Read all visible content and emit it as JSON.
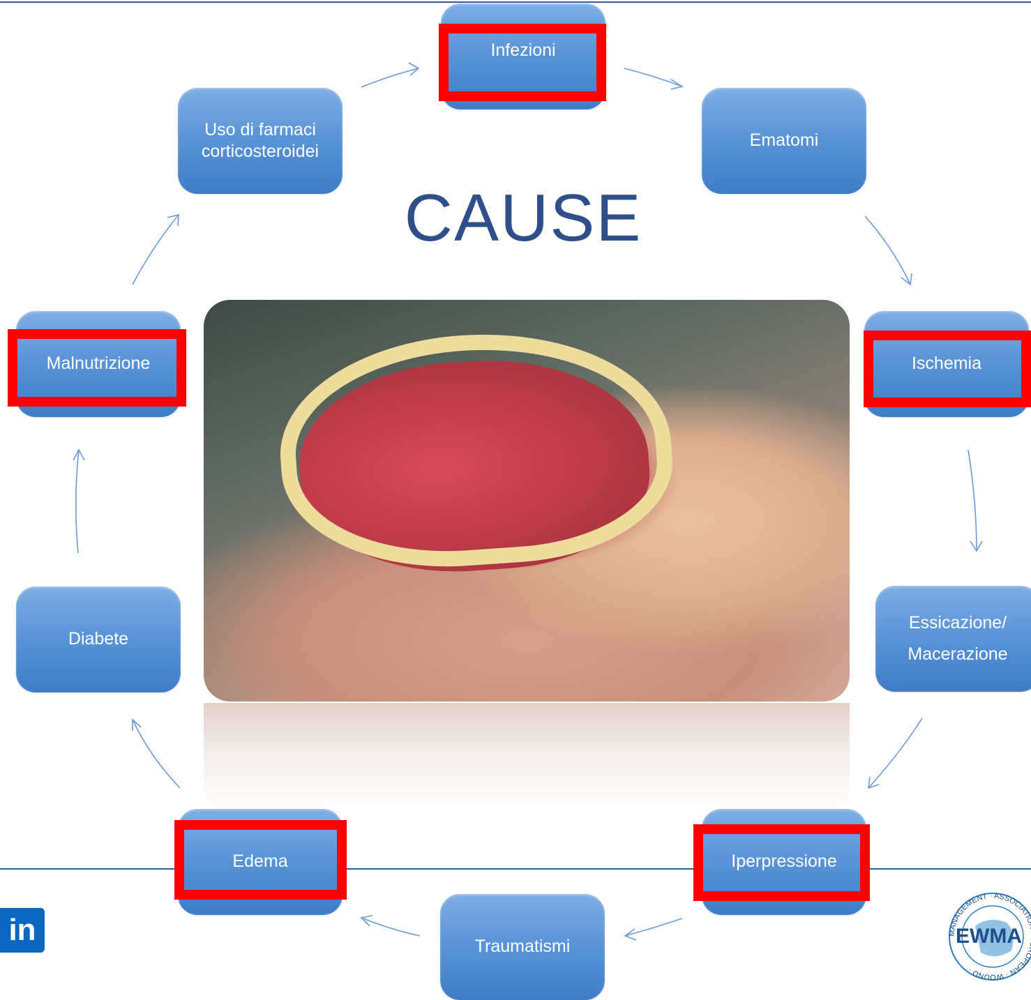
{
  "title": "CAUSE",
  "nodes": {
    "infezioni": "Infezioni",
    "ematomi": "Ematomi",
    "ischemia": "Ischemia",
    "essicazione": "Essicazione/ Macerazione",
    "iperpressione": "Iperpressione",
    "traumatismi": "Traumatismi",
    "edema": "Edema",
    "diabete": "Diabete",
    "malnutrizione": "Malnutrizione",
    "farmaci": "Uso di farmaci corticosteroidei"
  },
  "highlighted": [
    "infezioni",
    "ischemia",
    "iperpressione",
    "edema",
    "malnutrizione"
  ],
  "colors": {
    "node_fill": "#5b95d8",
    "highlight": "#ff0000",
    "title": "#2e4f8a",
    "rule": "#2f5f9e"
  },
  "logos": {
    "linkedin_text": "in",
    "ewma_text": "EWMA",
    "ewma_ring": "MANAGEMENT · ASSOCIATION · EUROPEAN · WOUND ·"
  }
}
